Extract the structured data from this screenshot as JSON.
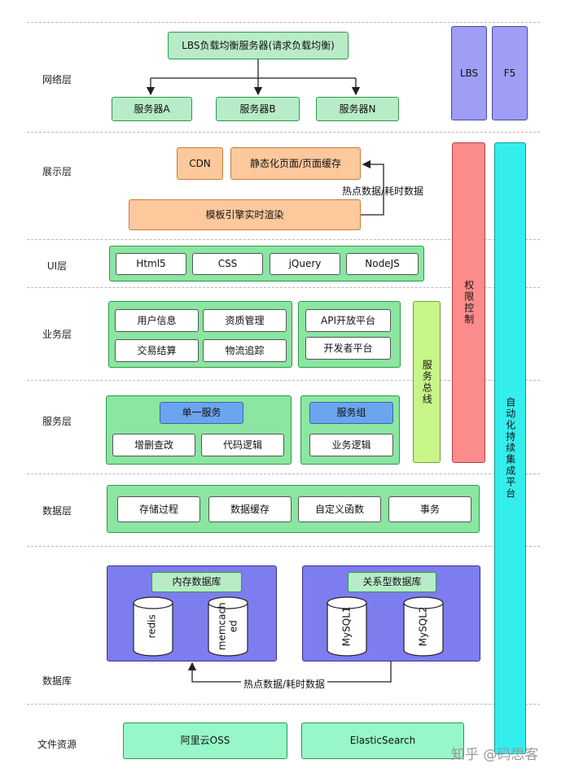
{
  "layers": {
    "network": "网络层",
    "display": "展示层",
    "ui": "UI层",
    "business": "业务层",
    "service": "服务层",
    "data": "数据层",
    "database": "数据库",
    "files": "文件资源"
  },
  "network": {
    "lbs_main": "LBS负载均衡服务器(请求负载均衡)",
    "servers": [
      "服务器A",
      "服务器B",
      "服务器N"
    ],
    "lbs": "LBS",
    "f5": "F5"
  },
  "display": {
    "cdn": "CDN",
    "static_cache": "静态化页面/页面缓存",
    "hot_data": "热点数据/耗时数据",
    "template_render": "模板引擎实时渲染"
  },
  "ui": {
    "items": [
      "Html5",
      "CSS",
      "jQuery",
      "NodeJS"
    ]
  },
  "business": {
    "items": [
      "用户信息",
      "资质管理",
      "交易结算",
      "物流追踪"
    ],
    "platform": [
      "API开放平台",
      "开发者平台"
    ],
    "bus": "服务总线"
  },
  "service": {
    "single_title": "单一服务",
    "single_items": [
      "增删查改",
      "代码逻辑"
    ],
    "group_title": "服务组",
    "group_items": [
      "业务逻辑"
    ]
  },
  "data": {
    "items": [
      "存储过程",
      "数据缓存",
      "自定义函数",
      "事务"
    ]
  },
  "database": {
    "memory_title": "内存数据库",
    "memory_dbs": [
      "redis",
      "memcach\ned"
    ],
    "relational_title": "关系型数据库",
    "relational_dbs": [
      "MySQL1",
      "MySQL2"
    ],
    "hot_data": "热点数据/耗时数据"
  },
  "files": {
    "oss": "阿里云OSS",
    "es": "ElasticSearch"
  },
  "side": {
    "permission": "权限控制",
    "ci": "自动化持续集成平台"
  },
  "watermark": "知乎 @码思客"
}
